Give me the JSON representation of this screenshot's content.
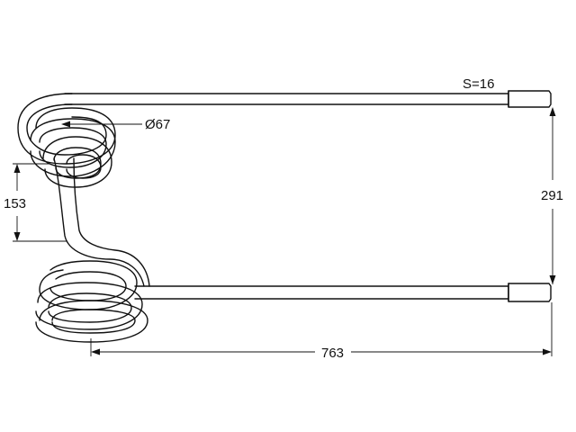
{
  "drawing": {
    "wire_spec": "S=16",
    "coil_diameter": "Ø67",
    "coil_offset": "153",
    "prong_spacing": "291",
    "overall_length": "763"
  },
  "colors": {
    "line": "#111111",
    "background": "#ffffff"
  }
}
